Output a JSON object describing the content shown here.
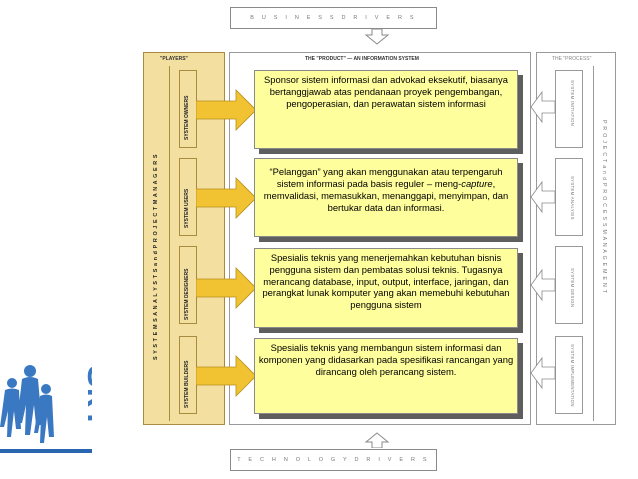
{
  "drivers": {
    "business": "B U S I N E S S   D R I V E R S",
    "technology": "T E C H N O L O G Y   D R I V E R S"
  },
  "players": {
    "header": "\"PLAYERS\"",
    "side_label": "S Y S T E M S   A N A L Y S T S   a n d   P R O J E C T   M A N A G E R S",
    "roles": [
      "SYSTEM OWNERS",
      "SYSTEM USERS",
      "SYSTEM DESIGNERS",
      "SYSTEM BUILDERS"
    ]
  },
  "product": {
    "header": "THE \"PRODUCT\" — AN INFORMATION SYSTEM",
    "cards": [
      "Sponsor sistem informasi dan advokad eksekutif, biasanya bertanggjawab atas pendanaan proyek pengembangan, pengoperasian, dan perawatan sistem informasi",
      "",
      "Spesialis teknis yang menerjemahkan kebutuhan bisnis pengguna sistem dan pembatas solusi teknis. Tugasnya merancang database, input, output, interface, jaringan, dan perangkat lunak komputer yang akan memebuhi kebutuhan pengguna sistem",
      "Spesialis teknis yang membangun sistem informasi dan komponen yang didasarkan pada spesifikasi rancangan yang dirancang oleh perancang sistem."
    ],
    "card2": {
      "part1": "“Pelanggan” yang akan menggunakan atau terpengaruh sistem informasi pada basis reguler – meng-",
      "italic": "capture",
      "part2": ", memvalidasi, memasukkan, menanggapi, menyimpan, dan bertukar data dan informasi."
    }
  },
  "process": {
    "header": "THE \"PROCESS\"",
    "side_label": "P R O J E C T   a n d   P R O C E S S   M A N A G E M E N T",
    "steps": [
      "SYSTEM INITIATION",
      "SYSTEM ANALYSIS",
      "SYSTEM DESIGN",
      "SYSTEM IMPLEMENTATION"
    ]
  },
  "decor": {
    "logo_text": "SkY"
  },
  "colors": {
    "players_panel": "#f3dfa0",
    "card": "#fffe9c",
    "arrow": "#f1c232",
    "logo": "#3a79c2"
  }
}
